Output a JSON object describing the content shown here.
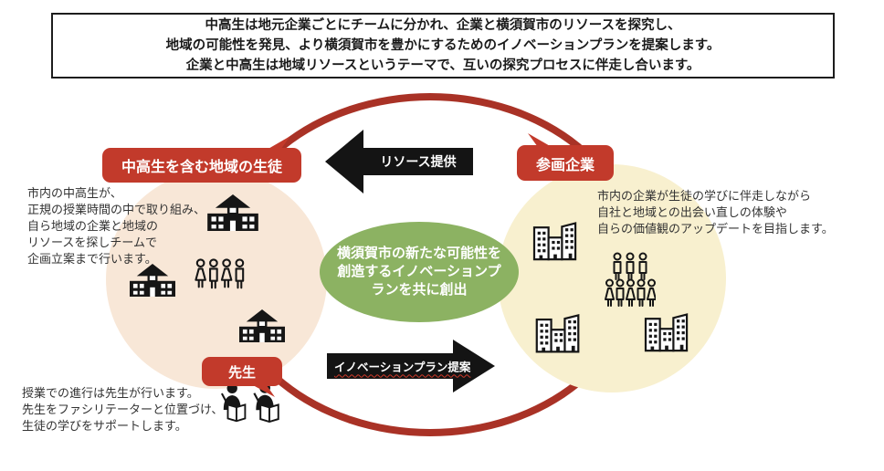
{
  "header": {
    "lines": [
      "中高生は地元企業ごとにチームに分かれ、企業と横須賀市のリソースを探究し、",
      "地域の可能性を発見、より横須賀市を豊かにするためのイノベーションプランを提案します。",
      "企業と中高生は地域リソースというテーマで、互いの探究プロセスに伴走し合います。"
    ]
  },
  "diagram": {
    "students_label": "中高生を含む地域の生徒",
    "company_label": "参画企業",
    "teacher_label": "先生",
    "students_desc": [
      "市内の中高生が、",
      "正規の授業時間の中で取り組み、",
      "自ら地域の企業と地域の",
      "リソースを探しチームで",
      "企画立案まで行います。"
    ],
    "company_desc": [
      "市内の企業が生徒の学びに伴走しながら",
      "自社と地域との出会い直しの体験や",
      "自らの価値観のアップデートを目指します。"
    ],
    "teacher_desc": [
      "授業での進行は先生が行います。",
      "先生をファシリテーターと位置づけ、",
      "生徒の学びをサポートします。"
    ],
    "top_arrow_label": "リソース提供",
    "bottom_arrow_label": "イノベーションプラン提案",
    "center_ellipse_lines": [
      "横須賀市の新たな可能性を",
      "創造するイノベーションプ",
      "ランを共に創出"
    ],
    "icons": [
      "school-building-icon",
      "students-group-icon",
      "office-buildings-icon",
      "employees-group-icon",
      "teacher-with-book-icon"
    ],
    "colors": {
      "ring": "#a93226",
      "label_bg": "#c23a2b",
      "students_circle": "#f8e7d7",
      "company_circle": "#f8f0cf",
      "center_ellipse": "#8cb262",
      "arrow": "#141414"
    }
  }
}
